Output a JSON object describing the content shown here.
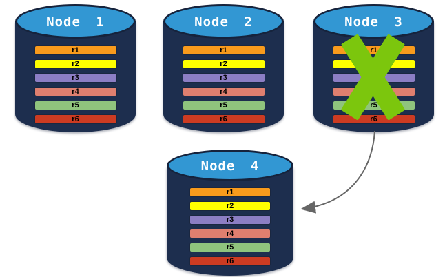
{
  "nodes": [
    {
      "id": "node-1",
      "label": "Node 1",
      "failed": false
    },
    {
      "id": "node-2",
      "label": "Node 2",
      "failed": false
    },
    {
      "id": "node-3",
      "label": "Node 3",
      "failed": true
    },
    {
      "id": "node-4",
      "label": "Node 4",
      "failed": false
    }
  ],
  "rows": {
    "labels": [
      "r1",
      "r2",
      "r3",
      "r4",
      "r5",
      "r6"
    ],
    "colors": [
      "#F99B1C",
      "#FFFF00",
      "#8C7EC4",
      "#DF7F6F",
      "#8FC47D",
      "#CC3B22"
    ]
  },
  "icons": {
    "failure_x": "green-x-cross-icon",
    "arrow": "curved-arrow-to-node-4"
  },
  "colors": {
    "background": "#FFFFFF",
    "cylinder_body": "#1D2E4E",
    "cylinder_top": "#3297D3",
    "cylinder_outline": "#16233C",
    "row_text": "#000000",
    "title_text": "#FFFFFF",
    "failure_x": "#7CC60D",
    "arrow": "#666666"
  }
}
